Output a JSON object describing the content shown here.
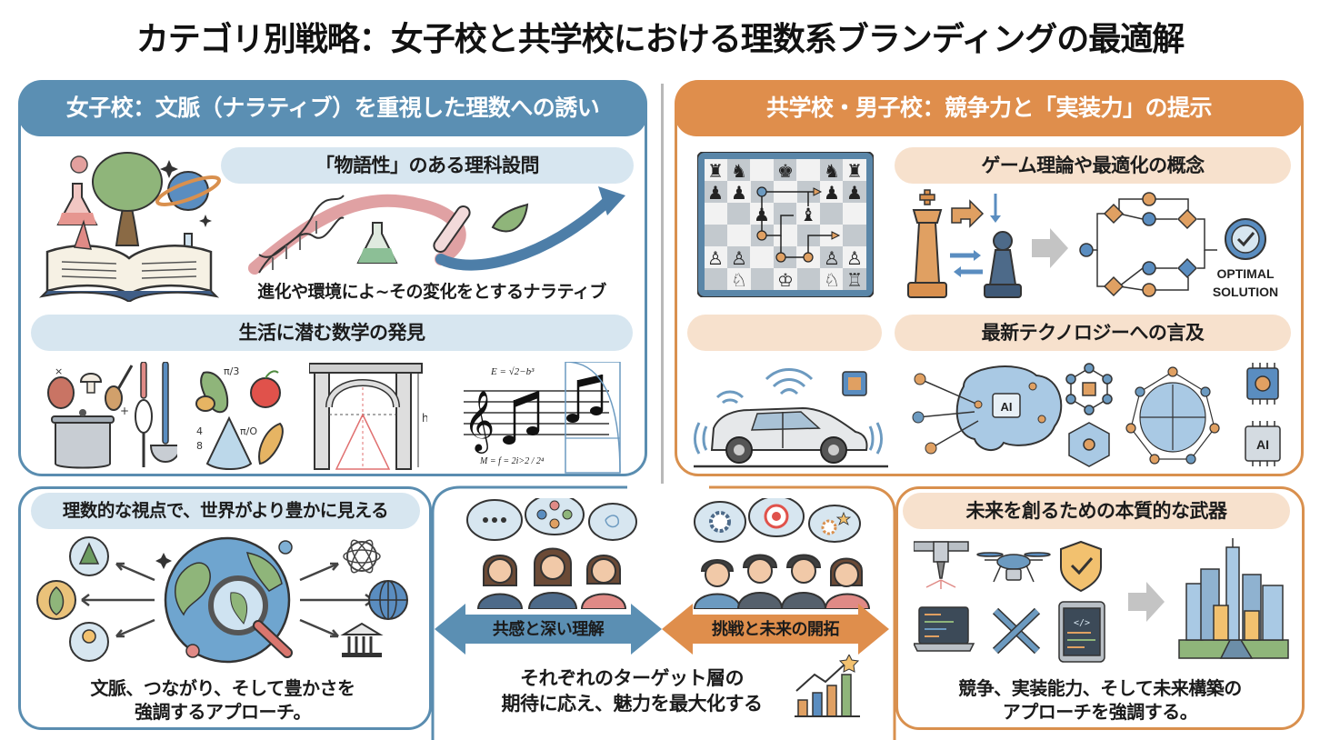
{
  "title": "カテゴリ別戦略：女子校と共学校における理数系ブランディングの最適解",
  "left_panel": {
    "header": "女子校：文脈（ナラティブ）を重視した理数への誘い",
    "sections": [
      {
        "heading": "「物語性」のある理科設問",
        "caption": "進化や環境によ~その変化をとするナラティブ",
        "illustrations": [
          "open-book-icon",
          "tree-icon",
          "flask-icon",
          "planet-icon",
          "dna-icon",
          "test-tube-icon",
          "leaf-icon",
          "curved-arrow-icon"
        ]
      },
      {
        "heading": "生活に潜む数学の発見",
        "illustrations": [
          "cooking-pot-icon",
          "mushroom-icon",
          "wooden-spoon-icon",
          "whisk-icon",
          "ladle-icon",
          "vegetables-icon",
          "cone-icon",
          "arch-icon",
          "music-staff-icon",
          "golden-spiral-icon"
        ],
        "math_labels": {
          "kitchen_x": "×",
          "kitchen_plus": "+",
          "veg_fraction_1": "π/3",
          "veg_fraction_2": "π/O",
          "veg_num_1": "4",
          "veg_num_2": "8",
          "arch_height": "h",
          "music_formula_top": "E = √2−b³",
          "music_formula_bottom": "M = f = 2i>2 / 2⁴"
        }
      },
      {
        "heading": "理数的な視点で、世界がより豊かに見える",
        "caption_line1": "文脈、つながり、そして豊かさを",
        "caption_line2": "強調するアプローチ。",
        "illustrations": [
          "globe-icon",
          "magnifier-icon",
          "pine-tree-icon",
          "leaf-circle-icon",
          "lightbulb-person-icon",
          "atom-icon",
          "world-grid-icon",
          "museum-icon"
        ]
      }
    ]
  },
  "right_panel": {
    "header": "共学校・男子校：競争力と「実装力」の提示",
    "sections": [
      {
        "heading": "ゲーム理論や最適化の概念",
        "illustrations": [
          "chessboard-icon",
          "king-piece-icon",
          "pawn-piece-icon",
          "gray-arrow-icon",
          "decision-tree-icon",
          "check-circle-icon"
        ],
        "optimal_label_line1": "OPTIMAL",
        "optimal_label_line2": "SOLUTION"
      },
      {
        "heading": "最新テクノロジーへの言及",
        "empty_pill": "",
        "illustrations": [
          "autonomous-car-icon",
          "wifi-signal-icon",
          "chip-icon",
          "ai-brain-icon",
          "network-brain-icon",
          "molecule-icon",
          "ai-chip-icon"
        ],
        "ai_label": "AI"
      },
      {
        "heading": "未来を創るための本質的な武器",
        "caption_line1": "競争、実装能力、そして未来構築の",
        "caption_line2": "アプローチを強調する。",
        "illustrations": [
          "laser-cutter-icon",
          "drone-icon",
          "shield-check-icon",
          "laptop-code-icon",
          "wrench-icon",
          "tablet-code-icon",
          "gray-arrow-icon",
          "city-skyline-icon"
        ],
        "code_tag": "</>"
      }
    ]
  },
  "center": {
    "left_arrow_label": "共感と深い理解",
    "right_arrow_label": "挑戦と未来の開拓",
    "summary_line1": "それぞれのターゲット層の",
    "summary_line2": "期待に応え、魅力を最大化する",
    "bubbles_left": [
      "ellipsis-bubble-icon",
      "network-bubble-icon",
      "thought-bubble-icon"
    ],
    "bubbles_right": [
      "gear-bubble-icon",
      "target-bubble-icon",
      "gear-star-bubble-icon"
    ],
    "ellipsis": "•••"
  },
  "colors": {
    "blue_accent": "#5b8fb3",
    "blue_pill": "#d7e6f0",
    "orange_accent": "#df8e4c",
    "orange_pill": "#f7e1cd",
    "divider": "#b8b8b8"
  }
}
